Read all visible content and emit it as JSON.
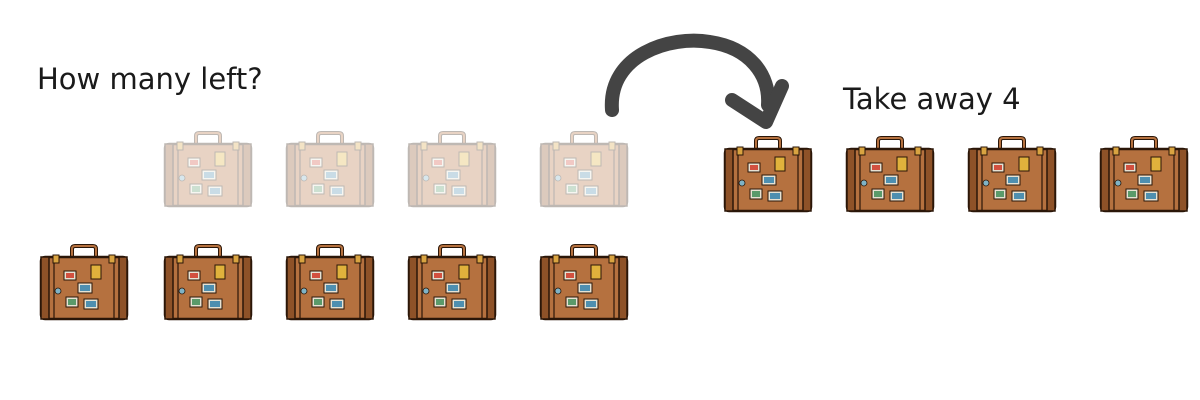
{
  "question": "How many left?",
  "operation": "Take away 4",
  "total_suitcases": 9,
  "taken_away": 4,
  "remaining": 5,
  "colors": {
    "suitcase_body": "#b5713f",
    "suitcase_outline": "#2a1608",
    "arrow": "#444444"
  },
  "icons": {
    "suitcase": "suitcase-icon",
    "arrow": "curved-arrow-icon"
  }
}
